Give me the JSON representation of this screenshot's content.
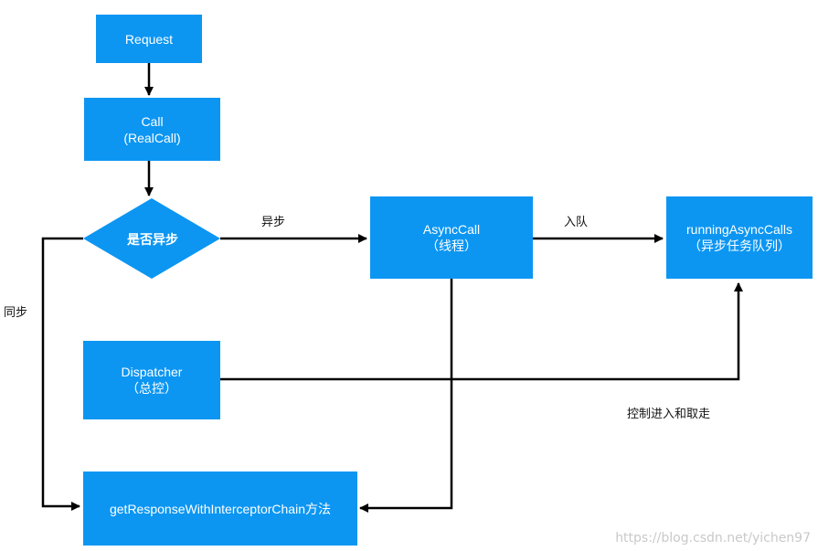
{
  "nodes": {
    "request": {
      "label": "Request"
    },
    "call": {
      "line1": "Call",
      "line2": "(RealCall)"
    },
    "is_async": {
      "label": "是否异步"
    },
    "async_call": {
      "line1": "AsyncCall",
      "line2": "（线程）"
    },
    "running_async_calls": {
      "line1": "runningAsyncCalls",
      "line2": "（异步任务队列）"
    },
    "dispatcher": {
      "line1": "Dispatcher",
      "line2": "（总控）"
    },
    "get_response": {
      "label": "getResponseWithInterceptorChain方法"
    }
  },
  "edge_labels": {
    "async": "异步",
    "enqueue": "入队",
    "sync": "同步",
    "control": "控制进入和取走"
  },
  "watermark": "https://blog.csdn.net/yichen97",
  "colors": {
    "node_fill": "#0c96f2",
    "line": "#000000"
  }
}
